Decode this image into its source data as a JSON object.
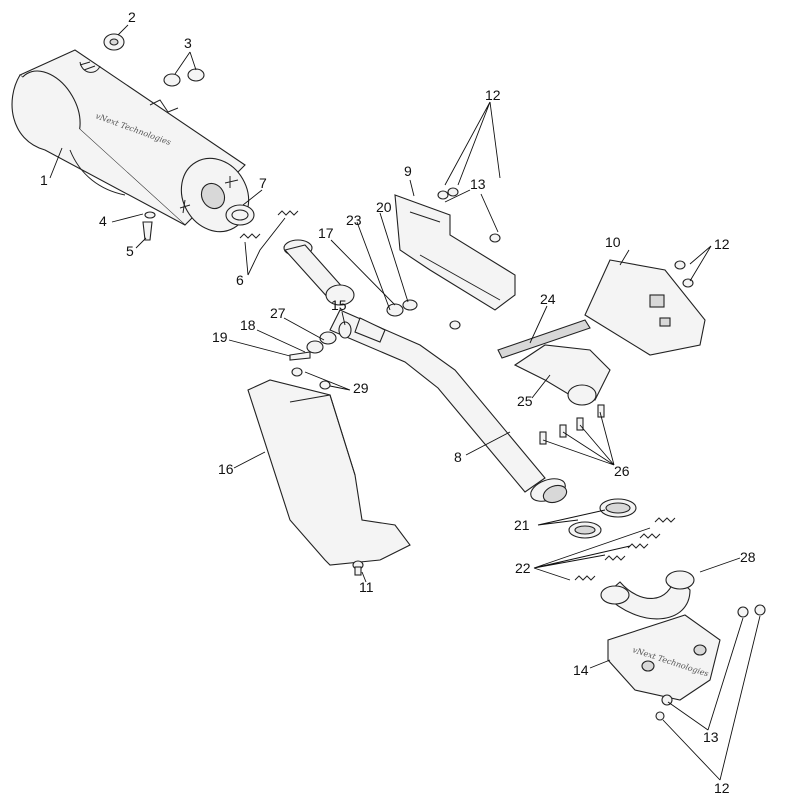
{
  "watermark": "vNext Technologies",
  "callouts": {
    "c1": "1",
    "c2": "2",
    "c3": "3",
    "c4": "4",
    "c5": "5",
    "c6": "6",
    "c7": "7",
    "c8": "8",
    "c9": "9",
    "c10": "10",
    "c11": "11",
    "c12a": "12",
    "c12b": "12",
    "c12c": "12",
    "c13a": "13",
    "c13b": "13",
    "c14": "14",
    "c15": "15",
    "c16": "16",
    "c17": "17",
    "c18": "18",
    "c19": "19",
    "c20": "20",
    "c21": "21",
    "c22": "22",
    "c23": "23",
    "c24": "24",
    "c25": "25",
    "c26": "26",
    "c27": "27",
    "c28": "28",
    "c29": "29"
  }
}
